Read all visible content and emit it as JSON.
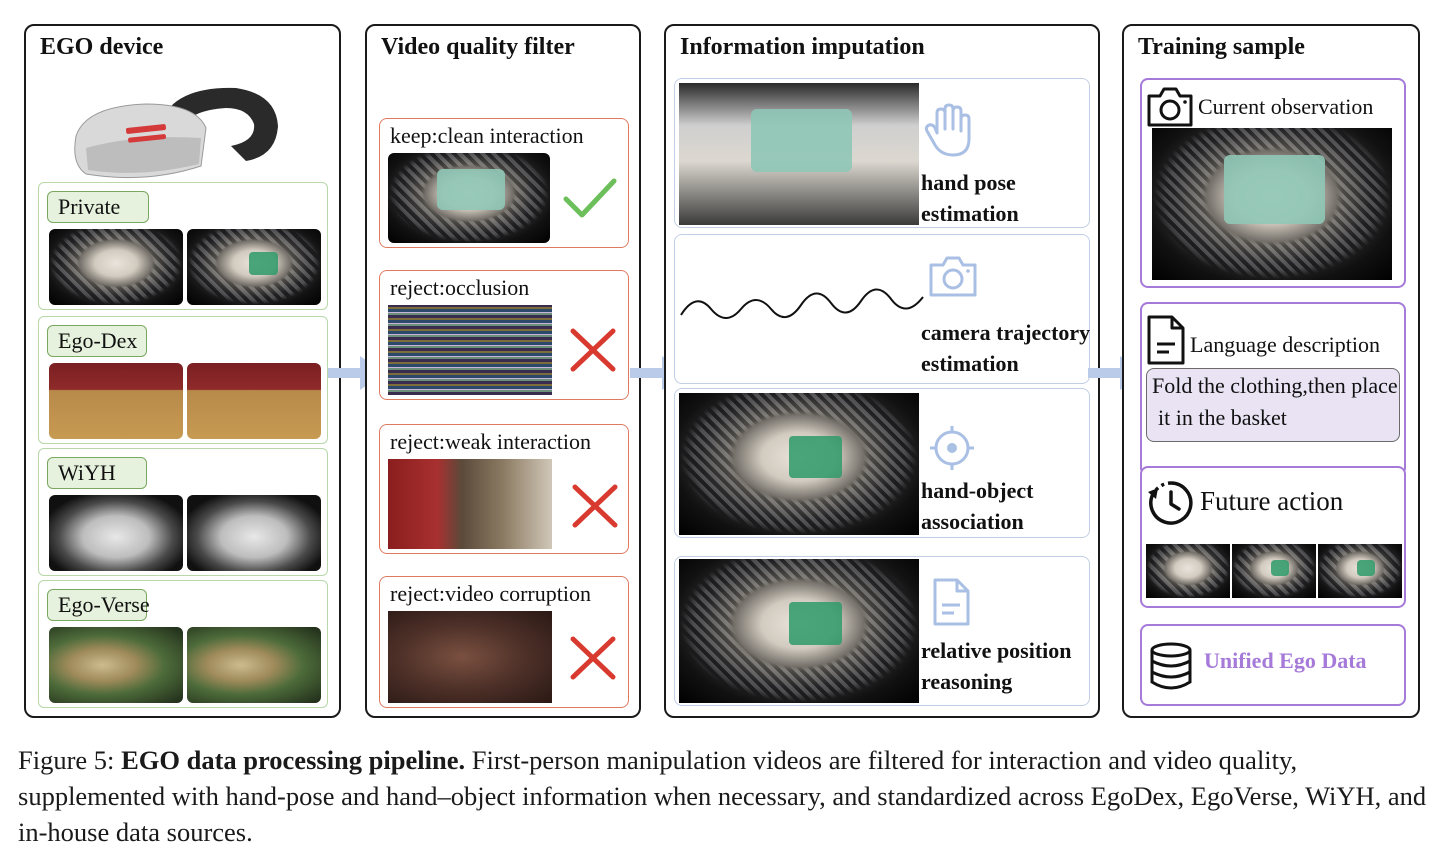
{
  "colors": {
    "panel_border": "#1a1a1a",
    "dataset_border": "#b8d8a8",
    "dataset_label_fill": "#e6f2dd",
    "filter_border": "#e07a5f",
    "imputation_border": "#c2cfe6",
    "imputation_icon": "#a9bfe3",
    "training_border": "#a57ad8",
    "unified_text": "#a57ad8",
    "check_green": "#6cbf5a",
    "reject_red": "#d93a2f",
    "arrow_blue": "#b9cbe8"
  },
  "ego_device": {
    "title": "EGO device",
    "datasets": [
      {
        "label": "Private"
      },
      {
        "label": "Ego-Dex"
      },
      {
        "label": "WiYH"
      },
      {
        "label": "Ego-Verse"
      }
    ]
  },
  "video_filter": {
    "title": "Video quality filter",
    "items": [
      {
        "label": "keep:clean interaction",
        "verdict_icon": "check-icon"
      },
      {
        "label": "reject:occlusion",
        "verdict_icon": "cross-icon"
      },
      {
        "label": "reject:weak interaction",
        "verdict_icon": "cross-icon"
      },
      {
        "label": "reject:video corruption",
        "verdict_icon": "cross-icon"
      }
    ]
  },
  "imputation": {
    "title": "Information imputation",
    "items": [
      {
        "line1": "hand pose",
        "line2": "estimation",
        "icon": "hand-icon"
      },
      {
        "line1": "camera trajectory",
        "line2": "estimation",
        "icon": "camera-icon"
      },
      {
        "line1": "hand-object",
        "line2": "association",
        "icon": "target-icon"
      },
      {
        "line1": "relative position",
        "line2": "reasoning",
        "icon": "document-icon"
      }
    ]
  },
  "training": {
    "title": "Training sample",
    "current_observation": "Current observation",
    "language_description": "Language description",
    "language_text_line1": "Fold the clothing,then place",
    "language_text_line2": "it in the basket",
    "future_action": "Future action",
    "unified": "Unified Ego Data"
  },
  "caption": {
    "prefix": "Figure 5: ",
    "bold": "EGO data processing pipeline.",
    "rest": " First-person manipulation videos are filtered for interaction and video quality, supplemented with hand-pose and hand–object information when necessary, and standardized across EgoDex, EgoVerse, WiYH, and in-house data sources."
  }
}
